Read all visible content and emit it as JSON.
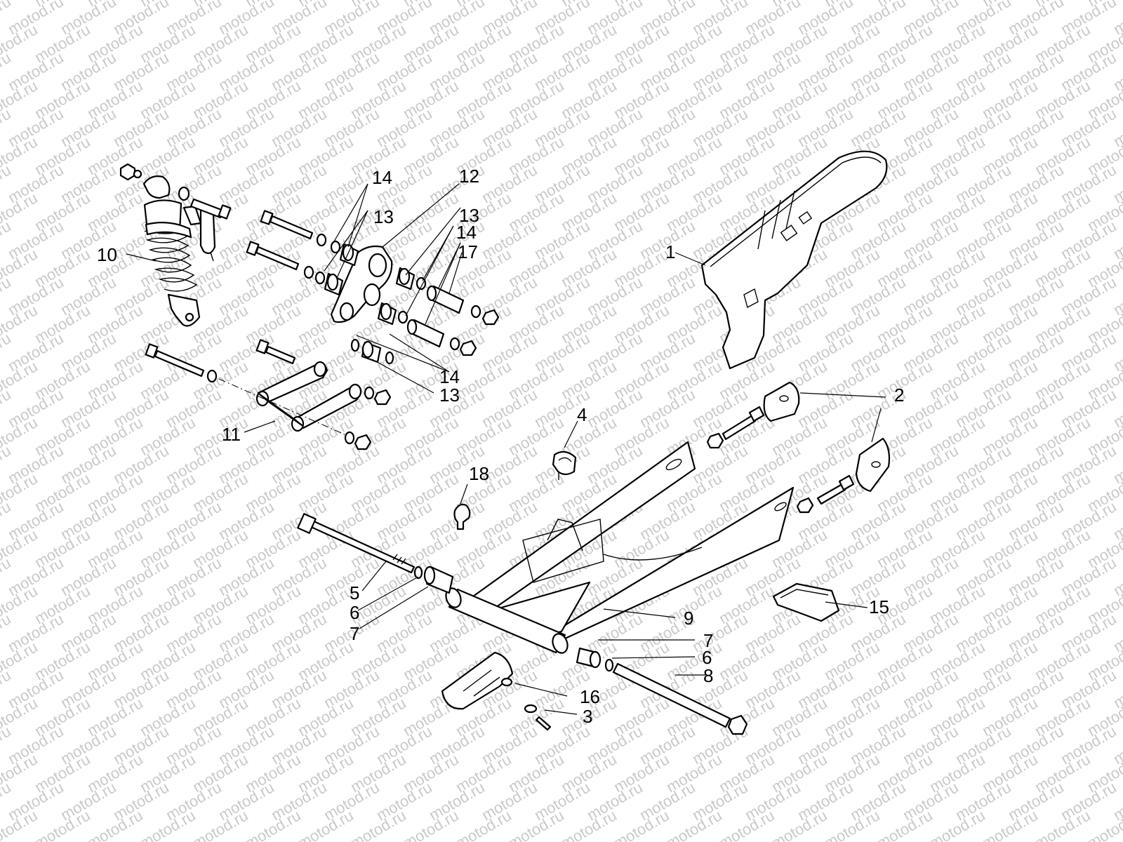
{
  "diagram": {
    "watermark_text": "motod.ru",
    "callouts": [
      {
        "id": "c1",
        "label": "1"
      },
      {
        "id": "c2",
        "label": "2"
      },
      {
        "id": "c3",
        "label": "3"
      },
      {
        "id": "c4",
        "label": "4"
      },
      {
        "id": "c5",
        "label": "5"
      },
      {
        "id": "c6a",
        "label": "6"
      },
      {
        "id": "c6b",
        "label": "6"
      },
      {
        "id": "c7a",
        "label": "7"
      },
      {
        "id": "c7b",
        "label": "7"
      },
      {
        "id": "c8",
        "label": "8"
      },
      {
        "id": "c9",
        "label": "9"
      },
      {
        "id": "c10",
        "label": "10"
      },
      {
        "id": "c11",
        "label": "11"
      },
      {
        "id": "c12",
        "label": "12"
      },
      {
        "id": "c13a",
        "label": "13"
      },
      {
        "id": "c13b",
        "label": "13"
      },
      {
        "id": "c13c",
        "label": "13"
      },
      {
        "id": "c14a",
        "label": "14"
      },
      {
        "id": "c14b",
        "label": "14"
      },
      {
        "id": "c14c",
        "label": "14"
      },
      {
        "id": "c15",
        "label": "15"
      },
      {
        "id": "c16",
        "label": "16"
      },
      {
        "id": "c17",
        "label": "17"
      },
      {
        "id": "c18",
        "label": "18"
      }
    ]
  }
}
